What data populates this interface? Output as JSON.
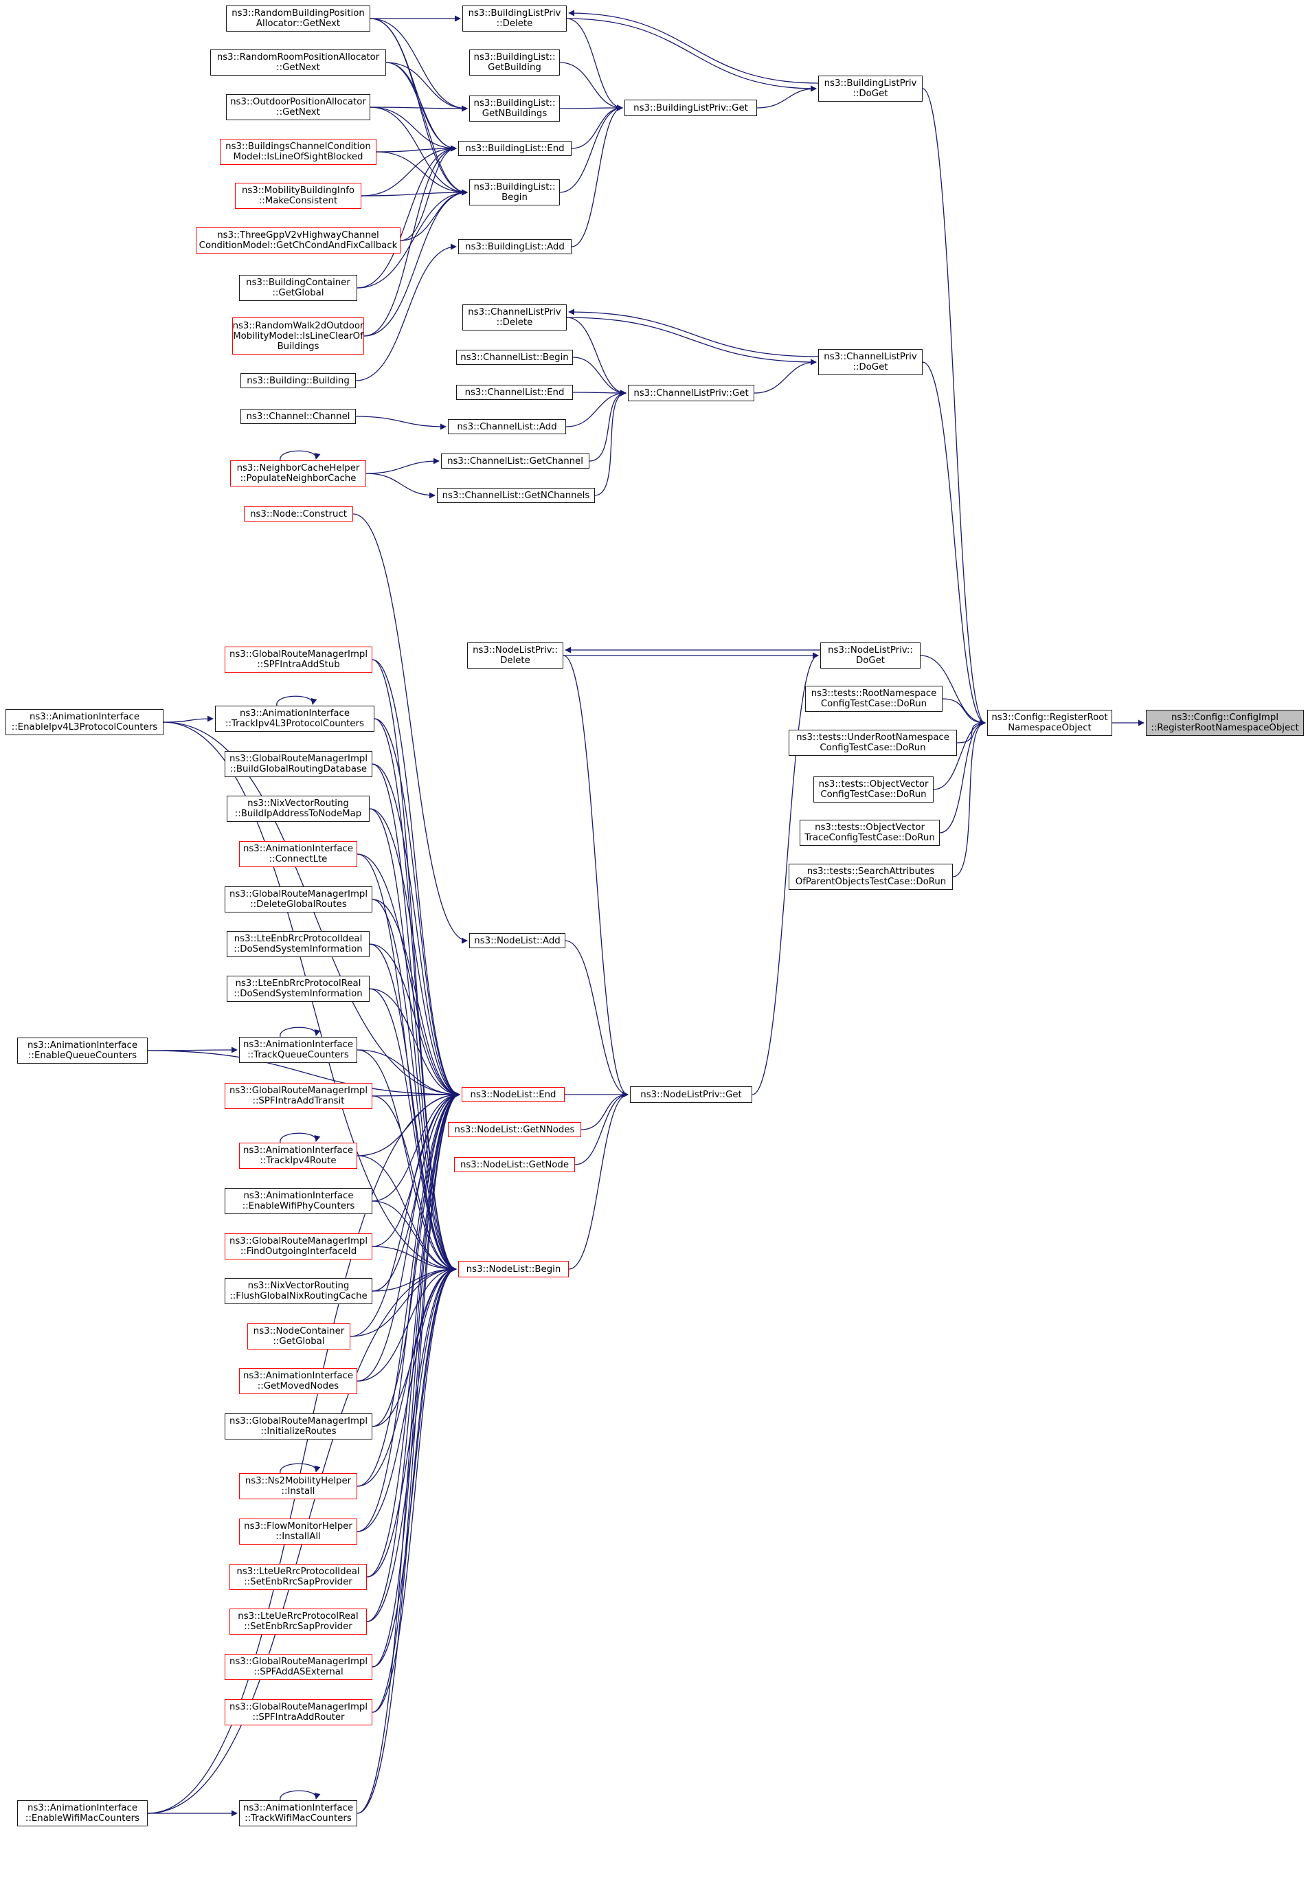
{
  "colors": {
    "edge": "#191970",
    "border_black": "#1a1a1a",
    "border_red": "#ff0000",
    "focus_fill": "#bfbfbf"
  },
  "nodes": {
    "rbpa": [
      "ns3::RandomBuildingPosition",
      "Allocator::GetNext"
    ],
    "rrpa": [
      "ns3::RandomRoomPositionAllocator",
      "::GetNext"
    ],
    "opa": [
      "ns3::OutdoorPositionAllocator",
      "::GetNext"
    ],
    "bccm": [
      "ns3::BuildingsChannelCondition",
      "Model::IsLineOfSightBlocked"
    ],
    "mbi": [
      "ns3::MobilityBuildingInfo",
      "::MakeConsistent"
    ],
    "tgpp": [
      "ns3::ThreeGppV2vHighwayChannel",
      "ConditionModel::GetChCondAndFixCallback"
    ],
    "bc_gg": [
      "ns3::BuildingContainer",
      "::GetGlobal"
    ],
    "rw2d": [
      "ns3::RandomWalk2dOutdoor",
      "MobilityModel::IsLineClearOf",
      "Buildings"
    ],
    "b_b": [
      "ns3::Building::Building"
    ],
    "blp_del": [
      "ns3::BuildingListPriv",
      "::Delete"
    ],
    "bl_gb": [
      "ns3::BuildingList::",
      "GetBuilding"
    ],
    "bl_gnb": [
      "ns3::BuildingList::",
      "GetNBuildings"
    ],
    "bl_end": [
      "ns3::BuildingList::End"
    ],
    "bl_begin": [
      "ns3::BuildingList::",
      "Begin"
    ],
    "bl_add": [
      "ns3::BuildingList::Add"
    ],
    "blp_get": [
      "ns3::BuildingListPriv::Get"
    ],
    "blp_doget": [
      "ns3::BuildingListPriv",
      "::DoGet"
    ],
    "clp_del": [
      "ns3::ChannelListPriv",
      "::Delete"
    ],
    "cl_begin": [
      "ns3::ChannelList::Begin"
    ],
    "cl_end": [
      "ns3::ChannelList::End"
    ],
    "c_c": [
      "ns3::Channel::Channel"
    ],
    "cl_add": [
      "ns3::ChannelList::Add"
    ],
    "nch": [
      "ns3::NeighborCacheHelper",
      "::PopulateNeighborCache"
    ],
    "cl_gc": [
      "ns3::ChannelList::GetChannel"
    ],
    "cl_gnc": [
      "ns3::ChannelList::GetNChannels"
    ],
    "clp_get": [
      "ns3::ChannelListPriv::Get"
    ],
    "clp_doget": [
      "ns3::ChannelListPriv",
      "::DoGet"
    ],
    "n_construct": [
      "ns3::Node::Construct"
    ],
    "grmi_stub": [
      "ns3::GlobalRouteManagerImpl",
      "::SPFIntraAddStub"
    ],
    "ai_tipv4": [
      "ns3::AnimationInterface",
      "::TrackIpv4L3ProtocolCounters"
    ],
    "ai_eipv4": [
      "ns3::AnimationInterface",
      "::EnableIpv4L3ProtocolCounters"
    ],
    "grmi_build": [
      "ns3::GlobalRouteManagerImpl",
      "::BuildGlobalRoutingDatabase"
    ],
    "nvr_build": [
      "ns3::NixVectorRouting",
      "::BuildIpAddressToNodeMap"
    ],
    "ai_clte": [
      "ns3::AnimationInterface",
      "::ConnectLte"
    ],
    "grmi_delete": [
      "ns3::GlobalRouteManagerImpl",
      "::DeleteGlobalRoutes"
    ],
    "lte_ideal": [
      "ns3::LteEnbRrcProtocolIdeal",
      "::DoSendSystemInformation"
    ],
    "lte_real": [
      "ns3::LteEnbRrcProtocolReal",
      "::DoSendSystemInformation"
    ],
    "nl_add": [
      "ns3::NodeList::Add"
    ],
    "ai_tqc": [
      "ns3::AnimationInterface",
      "::TrackQueueCounters"
    ],
    "ai_eqc": [
      "ns3::AnimationInterface",
      "::EnableQueueCounters"
    ],
    "grmi_transit": [
      "ns3::GlobalRouteManagerImpl",
      "::SPFIntraAddTransit"
    ],
    "ai_tipv4r": [
      "ns3::AnimationInterface",
      "::TrackIpv4Route"
    ],
    "ai_ewifi": [
      "ns3::AnimationInterface",
      "::EnableWifiPhyCounters"
    ],
    "grmi_foi": [
      "ns3::GlobalRouteManagerImpl",
      "::FindOutgoingInterfaceId"
    ],
    "nvr_flush": [
      "ns3::NixVectorRouting",
      "::FlushGlobalNixRoutingCache"
    ],
    "nc_gg": [
      "ns3::NodeContainer",
      "::GetGlobal"
    ],
    "ai_gmn": [
      "ns3::AnimationInterface",
      "::GetMovedNodes"
    ],
    "grmi_init": [
      "ns3::GlobalRouteManagerImpl",
      "::InitializeRoutes"
    ],
    "ns2": [
      "ns3::Ns2MobilityHelper",
      "::Install"
    ],
    "fmh": [
      "ns3::FlowMonitorHelper",
      "::InstallAll"
    ],
    "lteue_ideal": [
      "ns3::LteUeRrcProtocolIdeal",
      "::SetEnbRrcSapProvider"
    ],
    "lteue_real": [
      "ns3::LteUeRrcProtocolReal",
      "::SetEnbRrcSapProvider"
    ],
    "grmi_asext": [
      "ns3::GlobalRouteManagerImpl",
      "::SPFAddASExternal"
    ],
    "grmi_router": [
      "ns3::GlobalRouteManagerImpl",
      "::SPFIntraAddRouter"
    ],
    "ai_twmc": [
      "ns3::AnimationInterface",
      "::TrackWifiMacCounters"
    ],
    "ai_ewmc": [
      "ns3::AnimationInterface",
      "::EnableWifiMacCounters"
    ],
    "nl_end": [
      "ns3::NodeList::End"
    ],
    "nl_gnn": [
      "ns3::NodeList::GetNNodes"
    ],
    "nl_gn": [
      "ns3::NodeList::GetNode"
    ],
    "nl_begin": [
      "ns3::NodeList::Begin"
    ],
    "nlp_del": [
      "ns3::NodeListPriv::",
      "Delete"
    ],
    "nlp_doget": [
      "ns3::NodeListPriv::",
      "DoGet"
    ],
    "nlp_get": [
      "ns3::NodeListPriv::Get"
    ],
    "t_root": [
      "ns3::tests::RootNamespace",
      "ConfigTestCase::DoRun"
    ],
    "t_under": [
      "ns3::tests::UnderRootNamespace",
      "ConfigTestCase::DoRun"
    ],
    "t_objvec": [
      "ns3::tests::ObjectVector",
      "ConfigTestCase::DoRun"
    ],
    "t_objvectrace": [
      "ns3::tests::ObjectVector",
      "TraceConfigTestCase::DoRun"
    ],
    "t_search": [
      "ns3::tests::SearchAttributes",
      "OfParentObjectsTestCase::DoRun"
    ],
    "cfg_reg": [
      "ns3::Config::RegisterRoot",
      "NamespaceObject"
    ],
    "focus": [
      "ns3::Config::ConfigImpl",
      "::RegisterRootNamespaceObject"
    ]
  }
}
